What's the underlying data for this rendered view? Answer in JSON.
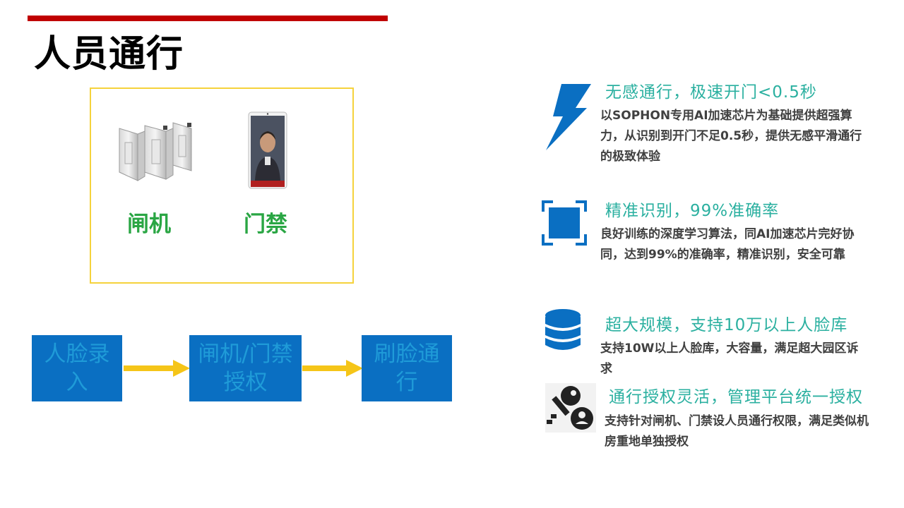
{
  "slide": {
    "title": "人员通行"
  },
  "devices": [
    {
      "label": "闸机",
      "icon": "turnstile-gate-image"
    },
    {
      "label": "门禁",
      "icon": "face-access-terminal-image"
    }
  ],
  "flow": {
    "steps": [
      "人脸录入",
      "闸机/门禁授权",
      "刷脸通行"
    ]
  },
  "features": [
    {
      "icon": "lightning-icon",
      "title": "无感通行，极速开门<0.5秒",
      "desc": "以SOPHON专用AI加速芯片为基础提供超强算力，从识别到开门不足0.5秒，提供无感平滑通行的极致体验"
    },
    {
      "icon": "scan-frame-icon",
      "title": "精准识别，99%准确率",
      "desc": "良好训练的深度学习算法，同AI加速芯片完好协同，达到99%的准确率，精准识别，安全可靠"
    },
    {
      "icon": "database-icon",
      "title": "超大规模，支持10万以上人脸库",
      "desc": "支持10W以上人脸库，大容量，满足超大园区诉求"
    },
    {
      "icon": "key-user-icon",
      "title": "通行授权灵活，管理平台统一授权",
      "desc": "支持针对闸机、门禁设人员通行权限，满足类似机房重地单独授权"
    }
  ],
  "colors": {
    "accent_red": "#c00000",
    "box_yellow": "#f5d23c",
    "label_green": "#2aa644",
    "flow_blue": "#0a6fc2",
    "arrow_yellow": "#f5c518",
    "feature_title_teal": "#2bb0a0",
    "icon_blue": "#0a6fc2"
  }
}
